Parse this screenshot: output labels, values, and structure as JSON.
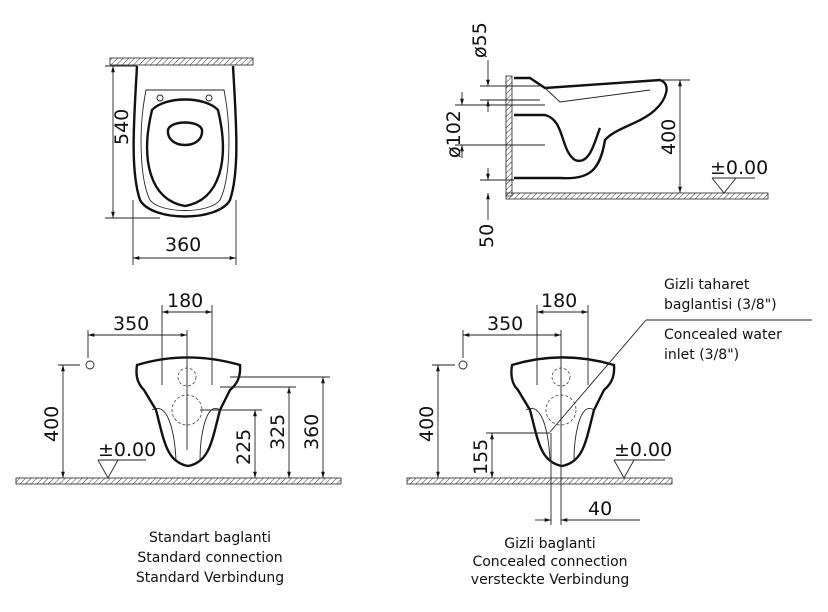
{
  "top_front": {
    "width": "540",
    "depth": "360"
  },
  "top_side": {
    "d55": "ø55",
    "d102": "ø102",
    "h50": "50",
    "h400": "400",
    "level": "±0.00"
  },
  "standard": {
    "d180": "180",
    "d350": "350",
    "h400": "400",
    "h225": "225",
    "h325": "325",
    "h360": "360",
    "level": "±0.00",
    "caption": [
      "Standart baglanti",
      "Standard connection",
      "Standard Verbindung"
    ]
  },
  "concealed": {
    "d180": "180",
    "d350": "350",
    "h400": "400",
    "h155": "155",
    "d40": "40",
    "level": "±0.00",
    "note_tr": [
      "Gizli taharet",
      "baglantisi (3/8\")"
    ],
    "note_en": [
      "Concealed water",
      "inlet (3/8\")"
    ],
    "caption": [
      "Gizli baglanti",
      "Concealed connection",
      "versteckte Verbindung"
    ]
  }
}
